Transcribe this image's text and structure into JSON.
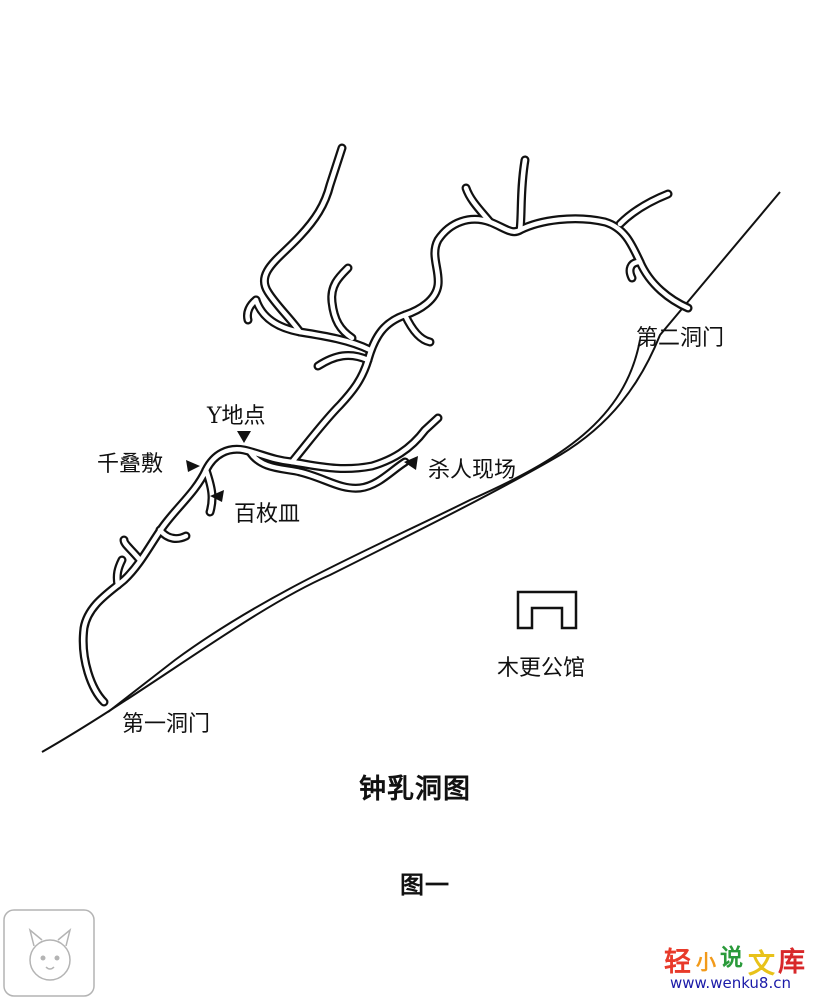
{
  "labels": {
    "y_point": "Y地点",
    "senjojiki": "千叠敷",
    "hyakumaizara": "百枚皿",
    "murder_scene": "杀人现场",
    "second_entrance": "第二洞门",
    "first_entrance": "第一洞门",
    "mansion": "木更公馆"
  },
  "title": "钟乳洞图",
  "figure_label": "图一",
  "watermark": {
    "chars": [
      "轻",
      "小",
      "说",
      "文",
      "库"
    ],
    "url": "www.wenku8.cn",
    "colors": [
      "#e83a2a",
      "#f29a1a",
      "#2a9a3a",
      "#e8c21a",
      "#d8282a"
    ]
  },
  "colors": {
    "ink": "#111111",
    "background": "#ffffff"
  },
  "icons": [
    "arrowhead-marker-icon",
    "building-icon",
    "cat-logo-icon"
  ]
}
